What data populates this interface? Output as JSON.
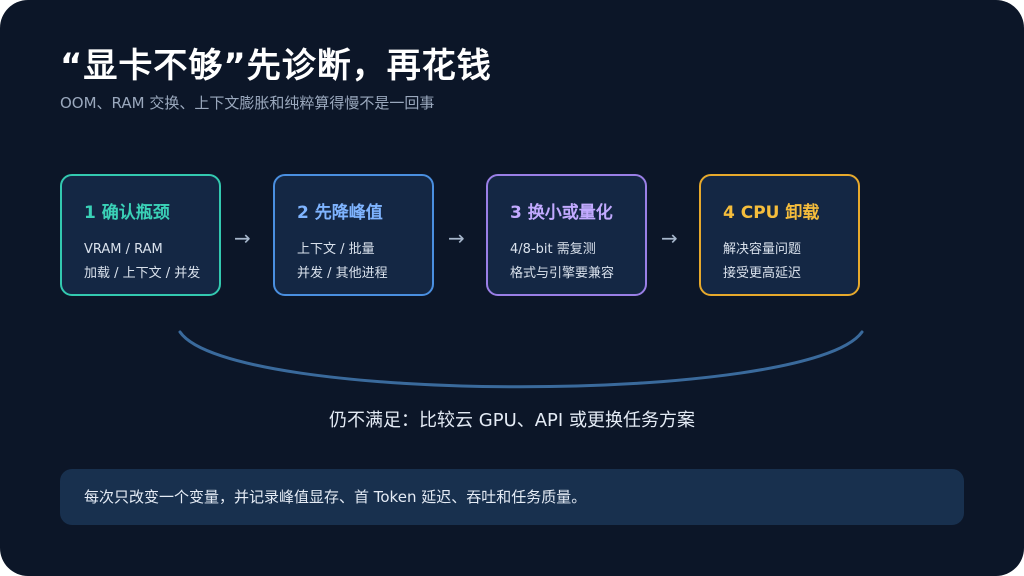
{
  "title": "“显卡不够”先诊断，再花钱",
  "subtitle": "OOM、RAM 交换、上下文膨胀和纯粹算得慢不是一回事",
  "steps": [
    {
      "title": "1 确认瓶颈",
      "lines": [
        "VRAM / RAM",
        "加载 / 上下文 / 并发"
      ],
      "color": "#3ad1b7"
    },
    {
      "title": "2 先降峰值",
      "lines": [
        "上下文 / 批量",
        "并发 / 其他进程"
      ],
      "color": "#7fb4ff"
    },
    {
      "title": "3 换小或量化",
      "lines": [
        "4/8-bit 需复测",
        "格式与引擎要兼容"
      ],
      "color": "#c2aaff"
    },
    {
      "title": "4 CPU 卸载",
      "lines": [
        "解决容量问题",
        "接受更高延迟"
      ],
      "color": "#f5bd3c"
    }
  ],
  "arrow_glyph": "→",
  "fallback_text": "仍不满足：比较云 GPU、API 或更换任务方案",
  "note_text": "每次只改变一个变量，并记录峰值显存、首 Token 延迟、吞吐和任务质量。"
}
